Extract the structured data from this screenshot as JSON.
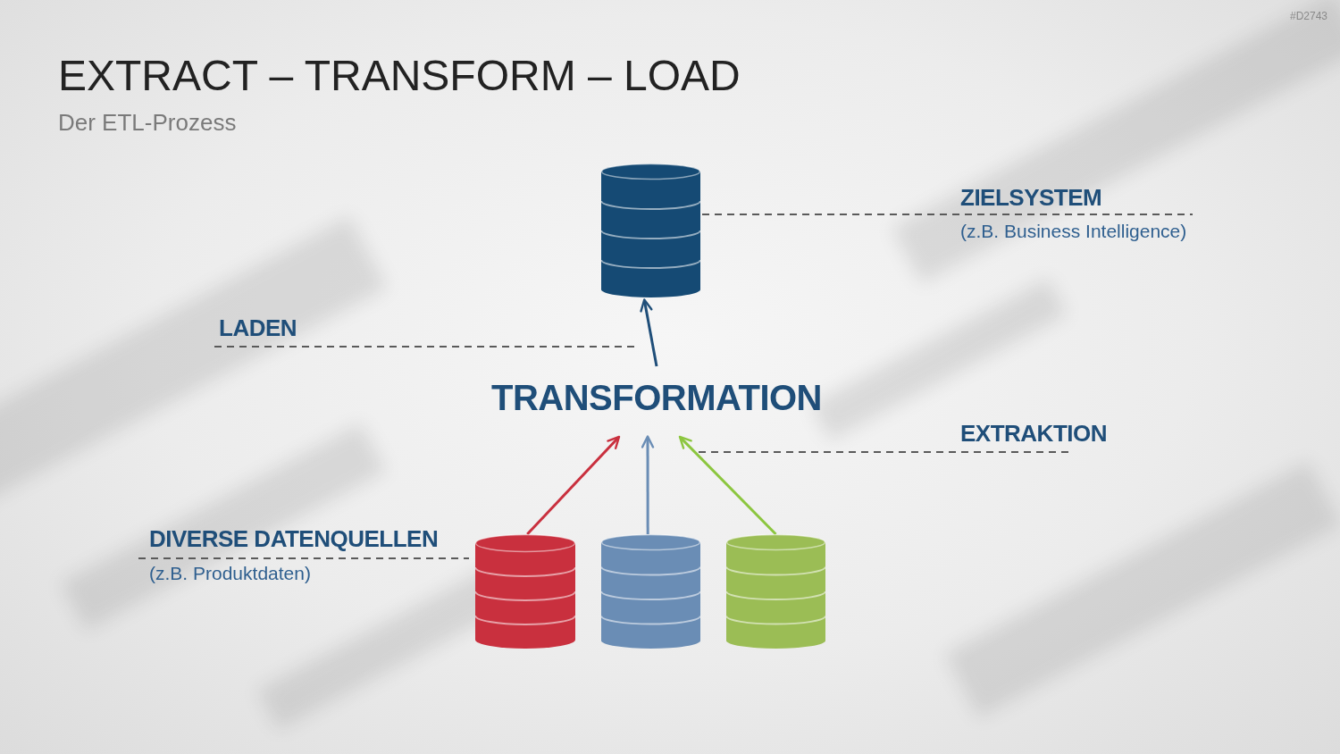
{
  "diagram": {
    "title": "EXTRACT – TRANSFORM – LOAD",
    "caption": "Der ETL-Prozess",
    "nodes": [
      {
        "text": [
          "ZIELSYSTEM",
          "(z.B. Business Intelligence)"
        ]
      },
      {
        "text": [
          "TRANSFORMATION"
        ]
      },
      {
        "text": [
          "DIVERSE DATENQUELLEN",
          "(z.B. Produktdaten)"
        ]
      },
      {
        "text": []
      },
      {
        "text": []
      }
    ],
    "edges": [
      {
        "from": 2,
        "to": 1,
        "arrow": "to"
      },
      {
        "from": 3,
        "to": 1,
        "arrow": "to"
      },
      {
        "from": 4,
        "to": 1,
        "arrow": "to",
        "label": "EXTRAKTION"
      },
      {
        "from": 1,
        "to": 0,
        "arrow": "to",
        "label": "LADEN"
      }
    ],
    "labels": [
      "#D2743"
    ]
  }
}
